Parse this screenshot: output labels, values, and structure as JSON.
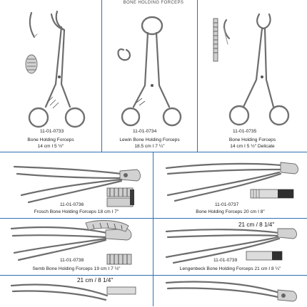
{
  "header": {
    "title": "BONE HOLDING FORCEPS"
  },
  "products": [
    {
      "code": "11-01-0733",
      "name": "Bone Holding Forceps",
      "size": "14 cm I 5 ½\""
    },
    {
      "code": "11-01-0734",
      "name": "Lewin Bone Holding Forceps",
      "size": "18.5 cm I 7 ¼\""
    },
    {
      "code": "11-01-0735",
      "name": "Bone Holding Forceps",
      "size": "14 cm I 5 ½\" Delicate"
    },
    {
      "code": "11-01-0736",
      "caption": "Frosch Bone Holding Forceps 18 cm I 7\""
    },
    {
      "code": "11-01-0737",
      "caption": "Bone Holding Forceps 20 cm I 8\""
    },
    {
      "code": "11-01-0738",
      "caption": "Semb Bone Holding Forceps 19 cm I 7 ½\""
    },
    {
      "code": "11-01-0739",
      "caption": "Lengenbeck Bone Holding Forceps 21 cm I 8 ¼\"",
      "size_label": "21 cm  /  8 1/4\""
    },
    {
      "size_label": "21 cm  /  8 1/4\""
    }
  ],
  "colors": {
    "divider": "#2f6fb3",
    "steel": "#6d6d6d"
  }
}
